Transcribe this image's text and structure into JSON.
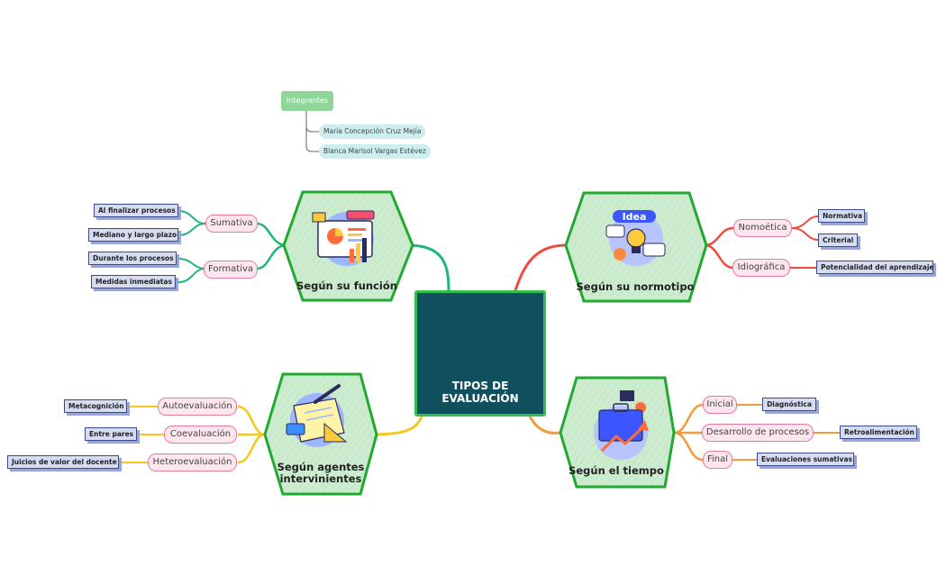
{
  "integrantes": {
    "title": "Integrantes",
    "members": [
      "María Concepción Cruz Mejía",
      "Blanca Marisol Vargas Estévez"
    ]
  },
  "center": {
    "line1": "TIPOS DE",
    "line2": "EVALUACIÓN"
  },
  "branches": {
    "funcion": {
      "title": "Según su función",
      "subtopics": [
        {
          "label": "Sumativa",
          "leaves": [
            "Al finalizar procesos",
            "Mediano y largo plazo"
          ]
        },
        {
          "label": "Formativa",
          "leaves": [
            "Durante los procesos",
            "Medidas inmediatas"
          ]
        }
      ]
    },
    "normotipo": {
      "title": "Según su normotipo",
      "icon_text": "Idea",
      "subtopics": [
        {
          "label": "Nomoética",
          "leaves": [
            "Normativa",
            "Criterial"
          ]
        },
        {
          "label": "Idiográfica",
          "leaves": [
            "Potencialidad del aprendizaje"
          ]
        }
      ]
    },
    "agentes": {
      "title_line1": "Según agentes",
      "title_line2": "intervinientes",
      "subtopics": [
        {
          "label": "Autoevaluación",
          "leaves": [
            "Metacognición"
          ]
        },
        {
          "label": "Coevaluación",
          "leaves": [
            "Entre pares"
          ]
        },
        {
          "label": "Heteroevaluación",
          "leaves": [
            "Juicios de valor del docente"
          ]
        }
      ]
    },
    "tiempo": {
      "title": "Según el tiempo",
      "subtopics": [
        {
          "label": "Inicial",
          "leaves": [
            "Diagnóstica"
          ]
        },
        {
          "label": "Desarrollo de procesos",
          "leaves": [
            "Retroalimentación"
          ]
        },
        {
          "label": "Final",
          "leaves": [
            "Evaluaciones sumativas"
          ]
        }
      ]
    }
  },
  "colors": {
    "green_branch": "#1fb67a",
    "red_branch": "#ef4b3c",
    "yellow_branch": "#f2c91a",
    "orange_branch": "#f39a3a",
    "hex_fill": "#cdeccf",
    "hex_border": "#23a832",
    "center_fill": "#0f4f5e"
  }
}
